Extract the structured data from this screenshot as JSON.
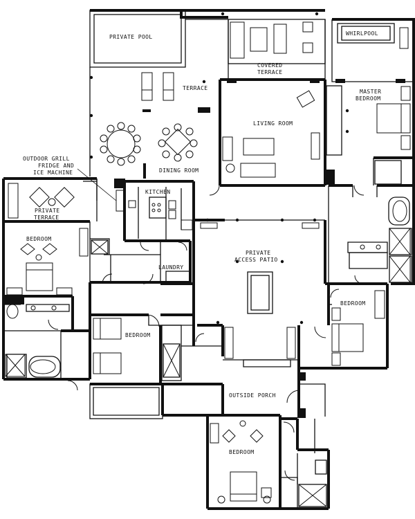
{
  "plan": {
    "rooms": {
      "private_pool": "PRIVATE POOL",
      "whirlpool": "WHIRLPOOL",
      "covered_terrace_1": "COVERED",
      "covered_terrace_2": "TERRACE",
      "terrace": "TERRACE",
      "master_bedroom_1": "MASTER",
      "master_bedroom_2": "BEDROOM",
      "living_room": "LIVING ROOM",
      "dining_room": "DINING ROOM",
      "outdoor_grill_1": "OUTDOOR GRILL",
      "outdoor_grill_2": "FRIDGE AND",
      "outdoor_grill_3": "ICE MACHINE",
      "kitchen": "KITCHEN",
      "private_terrace_1": "PRIVATE",
      "private_terrace_2": "TERRACE",
      "bedroom_west": "BEDROOM",
      "private_access_patio_1": "PRIVATE",
      "private_access_patio_2": "ACCESS PATIO",
      "laundry": "LAUNDRY",
      "bedroom_east": "BEDROOM",
      "bedroom_middle": "BEDROOM",
      "outside_porch": "OUTSIDE PORCH",
      "bedroom_south": "BEDROOM"
    }
  }
}
